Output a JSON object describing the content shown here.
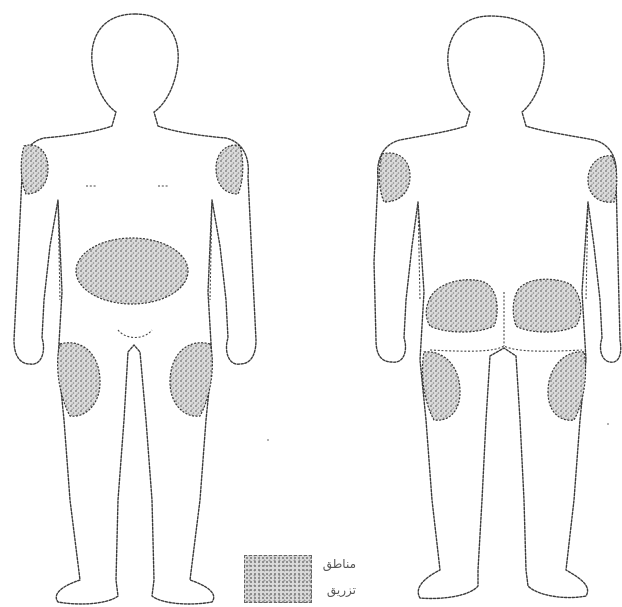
{
  "figure": {
    "views": [
      {
        "id": "front",
        "description": "front"
      },
      {
        "id": "back",
        "description": "back"
      }
    ],
    "zones": {
      "front": [
        "left-upper-arm",
        "right-upper-arm",
        "abdomen",
        "left-thigh",
        "right-thigh"
      ],
      "back": [
        "left-upper-arm",
        "right-upper-arm",
        "left-buttock",
        "right-buttock",
        "left-thigh",
        "right-thigh"
      ]
    },
    "colors": {
      "outline": "#3a3a3a",
      "zone_fill": "#d4d4d4",
      "background": "#ffffff"
    }
  },
  "legend": {
    "line1": "مناطق",
    "line2": "تزريق"
  }
}
